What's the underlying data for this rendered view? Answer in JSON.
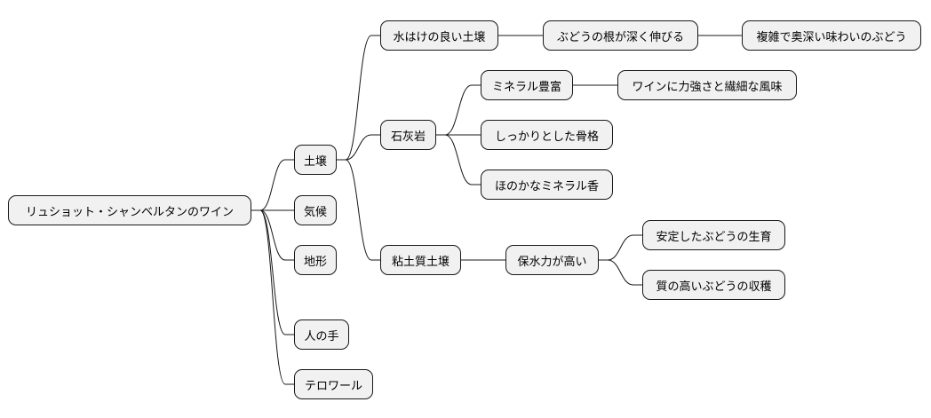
{
  "mindmap": {
    "root": "リュショット・シャンベルタンのワイン",
    "soil": "土壌",
    "well_drained_soil": "水はけの良い土壌",
    "deep_roots": "ぶどうの根が深く伸びる",
    "complex_flavor": "複雑で奥深い味わいのぶどう",
    "limestone": "石灰岩",
    "mineral_rich": "ミネラル豊富",
    "power_and_finesse": "ワインに力強さと繊細な風味",
    "firm_structure": "しっかりとした骨格",
    "subtle_mineral_aroma": "ほのかなミネラル香",
    "clay_soil": "粘土質土壌",
    "high_water_retention": "保水力が高い",
    "stable_growth": "安定したぶどうの生育",
    "quality_harvest": "質の高いぶどうの収穫",
    "climate": "気候",
    "terrain": "地形",
    "human_touch": "人の手",
    "terroir": "テロワール"
  }
}
